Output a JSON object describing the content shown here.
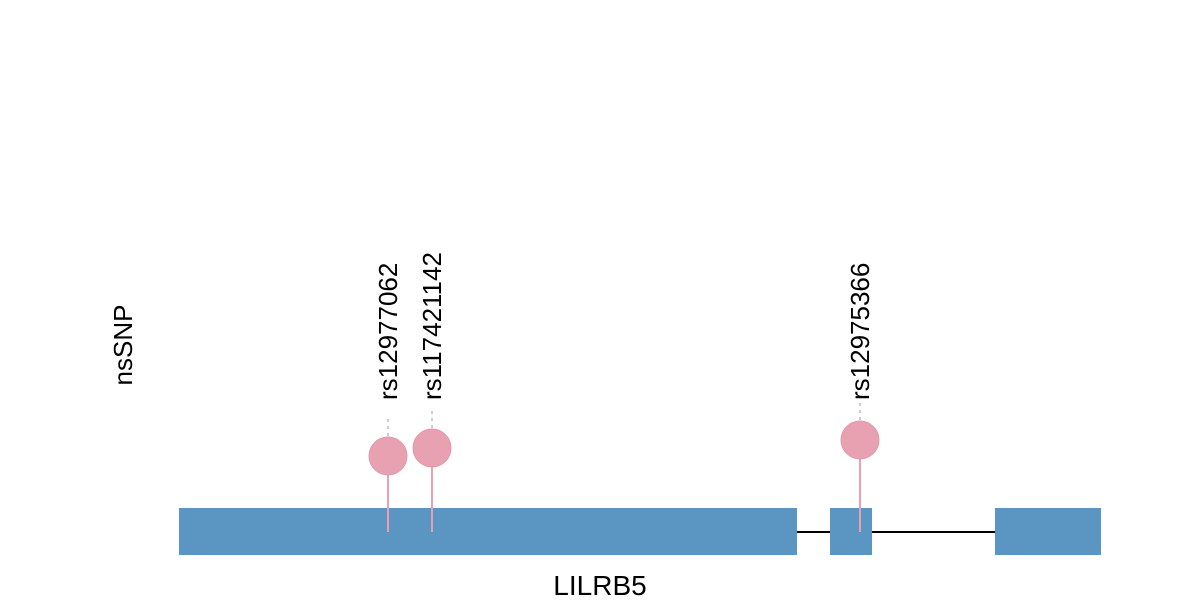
{
  "chart_data": {
    "type": "lollipop",
    "track_label": "nsSNP",
    "gene_label": "LILRB5",
    "snps": [
      {
        "name": "rs12977062"
      },
      {
        "name": "rs117421142"
      },
      {
        "name": "rs12975366"
      }
    ],
    "exon_count": 3,
    "colors": {
      "exon": "#5b96c2",
      "lollipop": "#e8a1b0",
      "intron": "#000000",
      "stem_top": "#bbbbbb"
    }
  }
}
